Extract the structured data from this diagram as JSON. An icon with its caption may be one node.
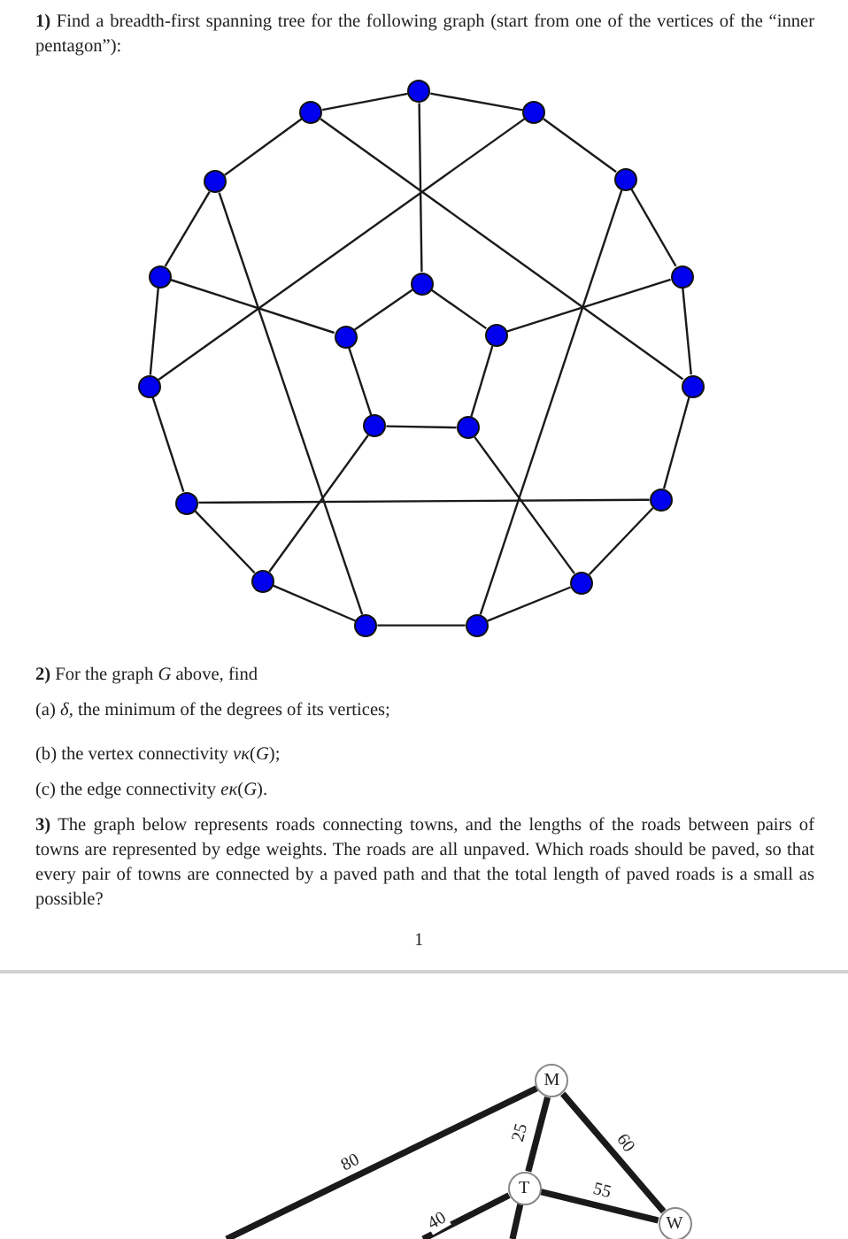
{
  "diagram": {
    "nodes": [
      {
        "text": [],
        "shape": "circle"
      },
      {
        "text": [],
        "shape": "circle"
      },
      {
        "text": [],
        "shape": "circle"
      },
      {
        "text": [],
        "shape": "circle"
      },
      {
        "text": [],
        "shape": "circle"
      },
      {
        "text": [],
        "shape": "circle"
      },
      {
        "text": [],
        "shape": "circle"
      },
      {
        "text": [],
        "shape": "circle"
      },
      {
        "text": [],
        "shape": "circle"
      },
      {
        "text": [],
        "shape": "circle"
      },
      {
        "text": [],
        "shape": "circle"
      },
      {
        "text": [],
        "shape": "circle"
      },
      {
        "text": [],
        "shape": "circle"
      },
      {
        "text": [],
        "shape": "circle"
      },
      {
        "text": [],
        "shape": "circle"
      },
      {
        "text": [],
        "shape": "circle"
      },
      {
        "text": [],
        "shape": "circle"
      },
      {
        "text": [],
        "shape": "circle"
      },
      {
        "text": [],
        "shape": "circle"
      },
      {
        "text": [],
        "shape": "circle"
      },
      {
        "text": [
          "M"
        ]
      },
      {
        "text": [
          "T"
        ]
      },
      {
        "text": [
          "W"
        ]
      }
    ],
    "edges": [
      {
        "from": 1,
        "to": 2,
        "arrow": "none"
      },
      {
        "from": 2,
        "to": 4,
        "arrow": "none"
      },
      {
        "from": 4,
        "to": 7,
        "arrow": "none"
      },
      {
        "from": 7,
        "to": 11,
        "arrow": "none"
      },
      {
        "from": 11,
        "to": 15,
        "arrow": "none"
      },
      {
        "from": 15,
        "to": 17,
        "arrow": "none"
      },
      {
        "from": 17,
        "to": 19,
        "arrow": "none"
      },
      {
        "from": 19,
        "to": 18,
        "arrow": "none"
      },
      {
        "from": 18,
        "to": 16,
        "arrow": "none"
      },
      {
        "from": 16,
        "to": 14,
        "arrow": "none"
      },
      {
        "from": 14,
        "to": 10,
        "arrow": "none"
      },
      {
        "from": 10,
        "to": 5,
        "arrow": "none"
      },
      {
        "from": 5,
        "to": 3,
        "arrow": "none"
      },
      {
        "from": 3,
        "to": 0,
        "arrow": "none"
      },
      {
        "from": 0,
        "to": 1,
        "arrow": "none"
      },
      {
        "from": 6,
        "to": 9,
        "arrow": "none"
      },
      {
        "from": 9,
        "to": 13,
        "arrow": "none"
      },
      {
        "from": 13,
        "to": 12,
        "arrow": "none"
      },
      {
        "from": 12,
        "to": 8,
        "arrow": "none"
      },
      {
        "from": 8,
        "to": 6,
        "arrow": "none"
      },
      {
        "from": 1,
        "to": 6,
        "arrow": "none"
      },
      {
        "from": 0,
        "to": 11,
        "arrow": "none"
      },
      {
        "from": 2,
        "to": 10,
        "arrow": "none"
      },
      {
        "from": 5,
        "to": 8,
        "arrow": "none"
      },
      {
        "from": 7,
        "to": 9,
        "arrow": "none"
      },
      {
        "from": 3,
        "to": 18,
        "arrow": "none"
      },
      {
        "from": 4,
        "to": 19,
        "arrow": "none"
      },
      {
        "from": 14,
        "to": 15,
        "arrow": "none"
      },
      {
        "from": 12,
        "to": 16,
        "arrow": "none"
      },
      {
        "from": 13,
        "to": 17,
        "arrow": "none"
      },
      {
        "from": null,
        "to": 20,
        "arrow": "none",
        "label": "80",
        "style": "thick"
      },
      {
        "from": 20,
        "to": 21,
        "arrow": "none",
        "label": "25",
        "style": "thick"
      },
      {
        "from": 20,
        "to": 22,
        "arrow": "none",
        "label": "60",
        "style": "thick"
      },
      {
        "from": 21,
        "to": 22,
        "arrow": "none",
        "label": "55",
        "style": "thick"
      },
      {
        "from": 21,
        "to": null,
        "arrow": "none",
        "label": "40",
        "style": "thick"
      },
      {
        "from": 21,
        "to": null,
        "arrow": "none",
        "style": "thick"
      }
    ],
    "labels": [
      "**1)** Find a breadth-first spanning tree for the following graph (start from one of the vertices of the “inner pentagon”):",
      "**2)** For the graph *G* above, find",
      "(a) *δ*, the minimum of the degrees of its vertices;",
      "(b) the vertex connectivity *vκ*(*G*);",
      "(c) the edge connectivity *eκ*(*G*).",
      "**3)** The graph below represents roads connecting towns, and the lengths of the roads between pairs of towns are represented by edge weights. The roads are all unpaved. Which roads should be paved, so that every pair of towns are connected by a paved path and that the total length of paved roads is a small as possible?",
      "1"
    ]
  }
}
